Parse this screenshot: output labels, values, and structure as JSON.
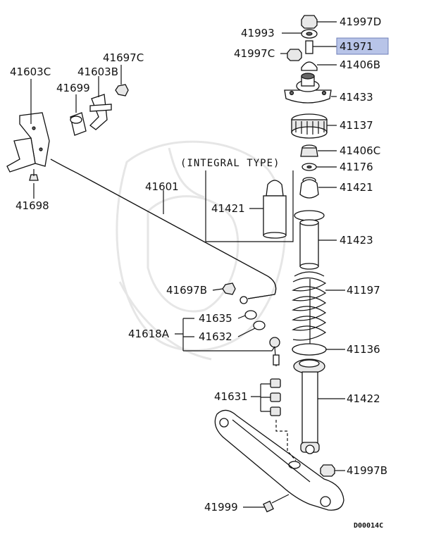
{
  "diagram_code": "D00014C",
  "integral_note": "(INTEGRAL TYPE)",
  "highlight_color": "#b8c4e8",
  "labels": {
    "p41997D": "41997D",
    "p41993": "41993",
    "p41971": "41971",
    "p41997C_top": "41997C",
    "p41406B": "41406B",
    "p41433": "41433",
    "p41137": "41137",
    "p41406C": "41406C",
    "p41176": "41176",
    "p41421_right": "41421",
    "p41421_integral": "41421",
    "p41423": "41423",
    "p41197": "41197",
    "p41136": "41136",
    "p41422": "41422",
    "p41997B": "41997B",
    "p41999": "41999",
    "p41631": "41631",
    "p41618A": "41618A",
    "p41635": "41635",
    "p41632": "41632",
    "p41697B": "41697B",
    "p41601": "41601",
    "p41603C": "41603C",
    "p41603B": "41603B",
    "p41697C": "41697C",
    "p41699": "41699",
    "p41698": "41698"
  }
}
